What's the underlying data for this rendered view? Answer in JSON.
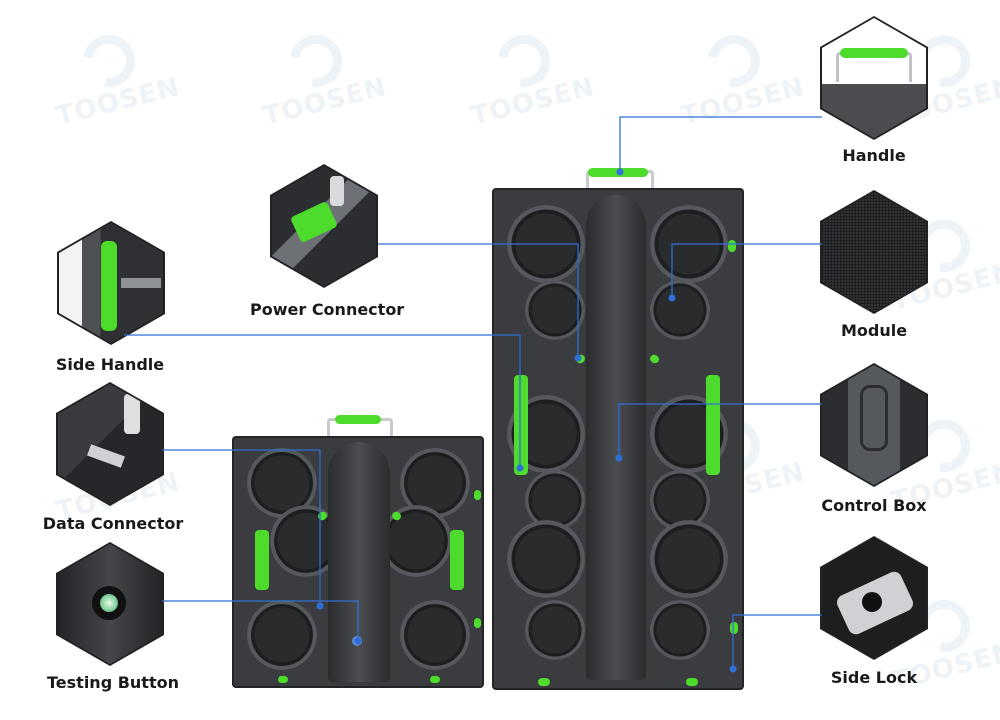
{
  "watermark": {
    "text": "TOOSEN"
  },
  "diagram": {
    "title": "LED cabinet back-side component callouts",
    "accent_color": "#2f6fd8",
    "highlight_color": "#4ddc2b",
    "callouts_left": [
      {
        "id": "power-connector",
        "label": "Power Connector"
      },
      {
        "id": "side-handle",
        "label": "Side Handle"
      },
      {
        "id": "data-connector",
        "label": "Data Connector"
      },
      {
        "id": "testing-button",
        "label": "Testing Button"
      }
    ],
    "callouts_right": [
      {
        "id": "handle",
        "label": "Handle"
      },
      {
        "id": "module",
        "label": "Module"
      },
      {
        "id": "control-box",
        "label": "Control Box"
      },
      {
        "id": "side-lock",
        "label": "Side Lock"
      }
    ]
  }
}
